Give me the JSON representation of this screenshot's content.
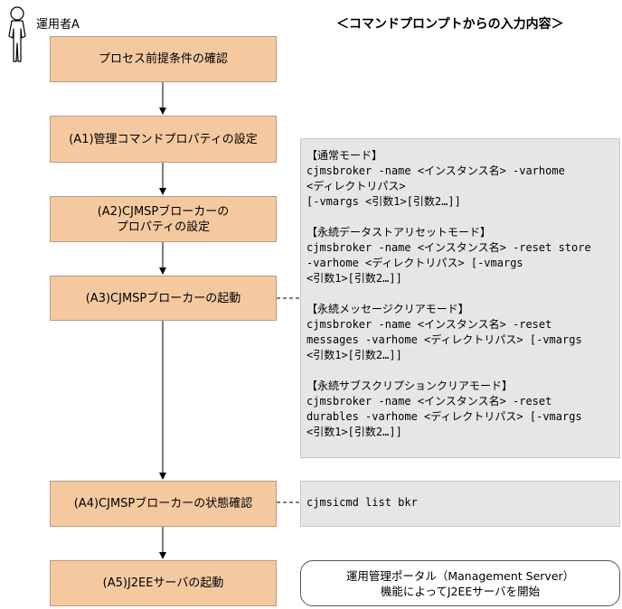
{
  "operator": {
    "label": "運用者A"
  },
  "header": {
    "title": "＜コマンドプロンプトからの入力内容＞"
  },
  "steps": [
    {
      "label": "プロセス前提条件の確認"
    },
    {
      "label": "(A1)管理コマンドプロパティの設定"
    },
    {
      "label": "(A2)CJMSPブローカーの\nプロパティの設定"
    },
    {
      "label": "(A3)CJMSPブローカーの起動"
    },
    {
      "label": "(A4)CJMSPブローカーの状態確認"
    },
    {
      "label": "(A5)J2EEサーバの起動"
    }
  ],
  "startup_commands": [
    {
      "heading": "【通常モード】",
      "lines": [
        "cjmsbroker -name <インスタンス名> -varhome",
        "<ディレクトリパス>",
        "[-vmargs <引数1>[引数2…]]"
      ]
    },
    {
      "heading": "【永続データストアリセットモード】",
      "lines": [
        "cjmsbroker -name <インスタンス名> -reset store",
        "-varhome <ディレクトリパス> [-vmargs",
        "<引数1>[引数2…]]"
      ]
    },
    {
      "heading": "【永続メッセージクリアモード】",
      "lines": [
        "cjmsbroker -name <インスタンス名> -reset",
        "messages -varhome <ディレクトリパス> [-vmargs",
        "<引数1>[引数2…]]"
      ]
    },
    {
      "heading": "【永続サブスクリプションクリアモード】",
      "lines": [
        "cjmsbroker -name <インスタンス名> -reset",
        "durables -varhome <ディレクトリパス> [-vmargs",
        "<引数1>[引数2…]]"
      ]
    }
  ],
  "status_command": {
    "text": "cjmsicmd list bkr"
  },
  "portal_note": {
    "lines": [
      "運用管理ポータル（Management Server）",
      "機能によってJ2EEサーバを開始"
    ]
  }
}
